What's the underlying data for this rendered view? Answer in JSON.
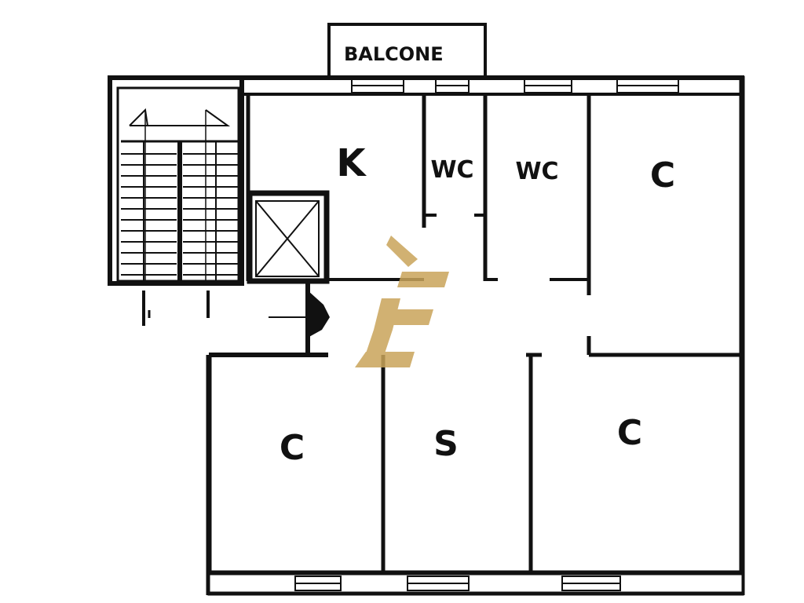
{
  "plan": {
    "balcony_label": "BALCONE",
    "rooms": {
      "kitchen": "K",
      "wc_left": "WC",
      "wc_right": "WC",
      "bedroom_top_right": "C",
      "bedroom_bottom_left": "C",
      "living": "S",
      "bedroom_bottom_right": "C"
    },
    "watermark": {
      "glyph": "È",
      "color": "#c9a45a"
    },
    "colors": {
      "wall": "#111111",
      "background": "#ffffff"
    }
  }
}
